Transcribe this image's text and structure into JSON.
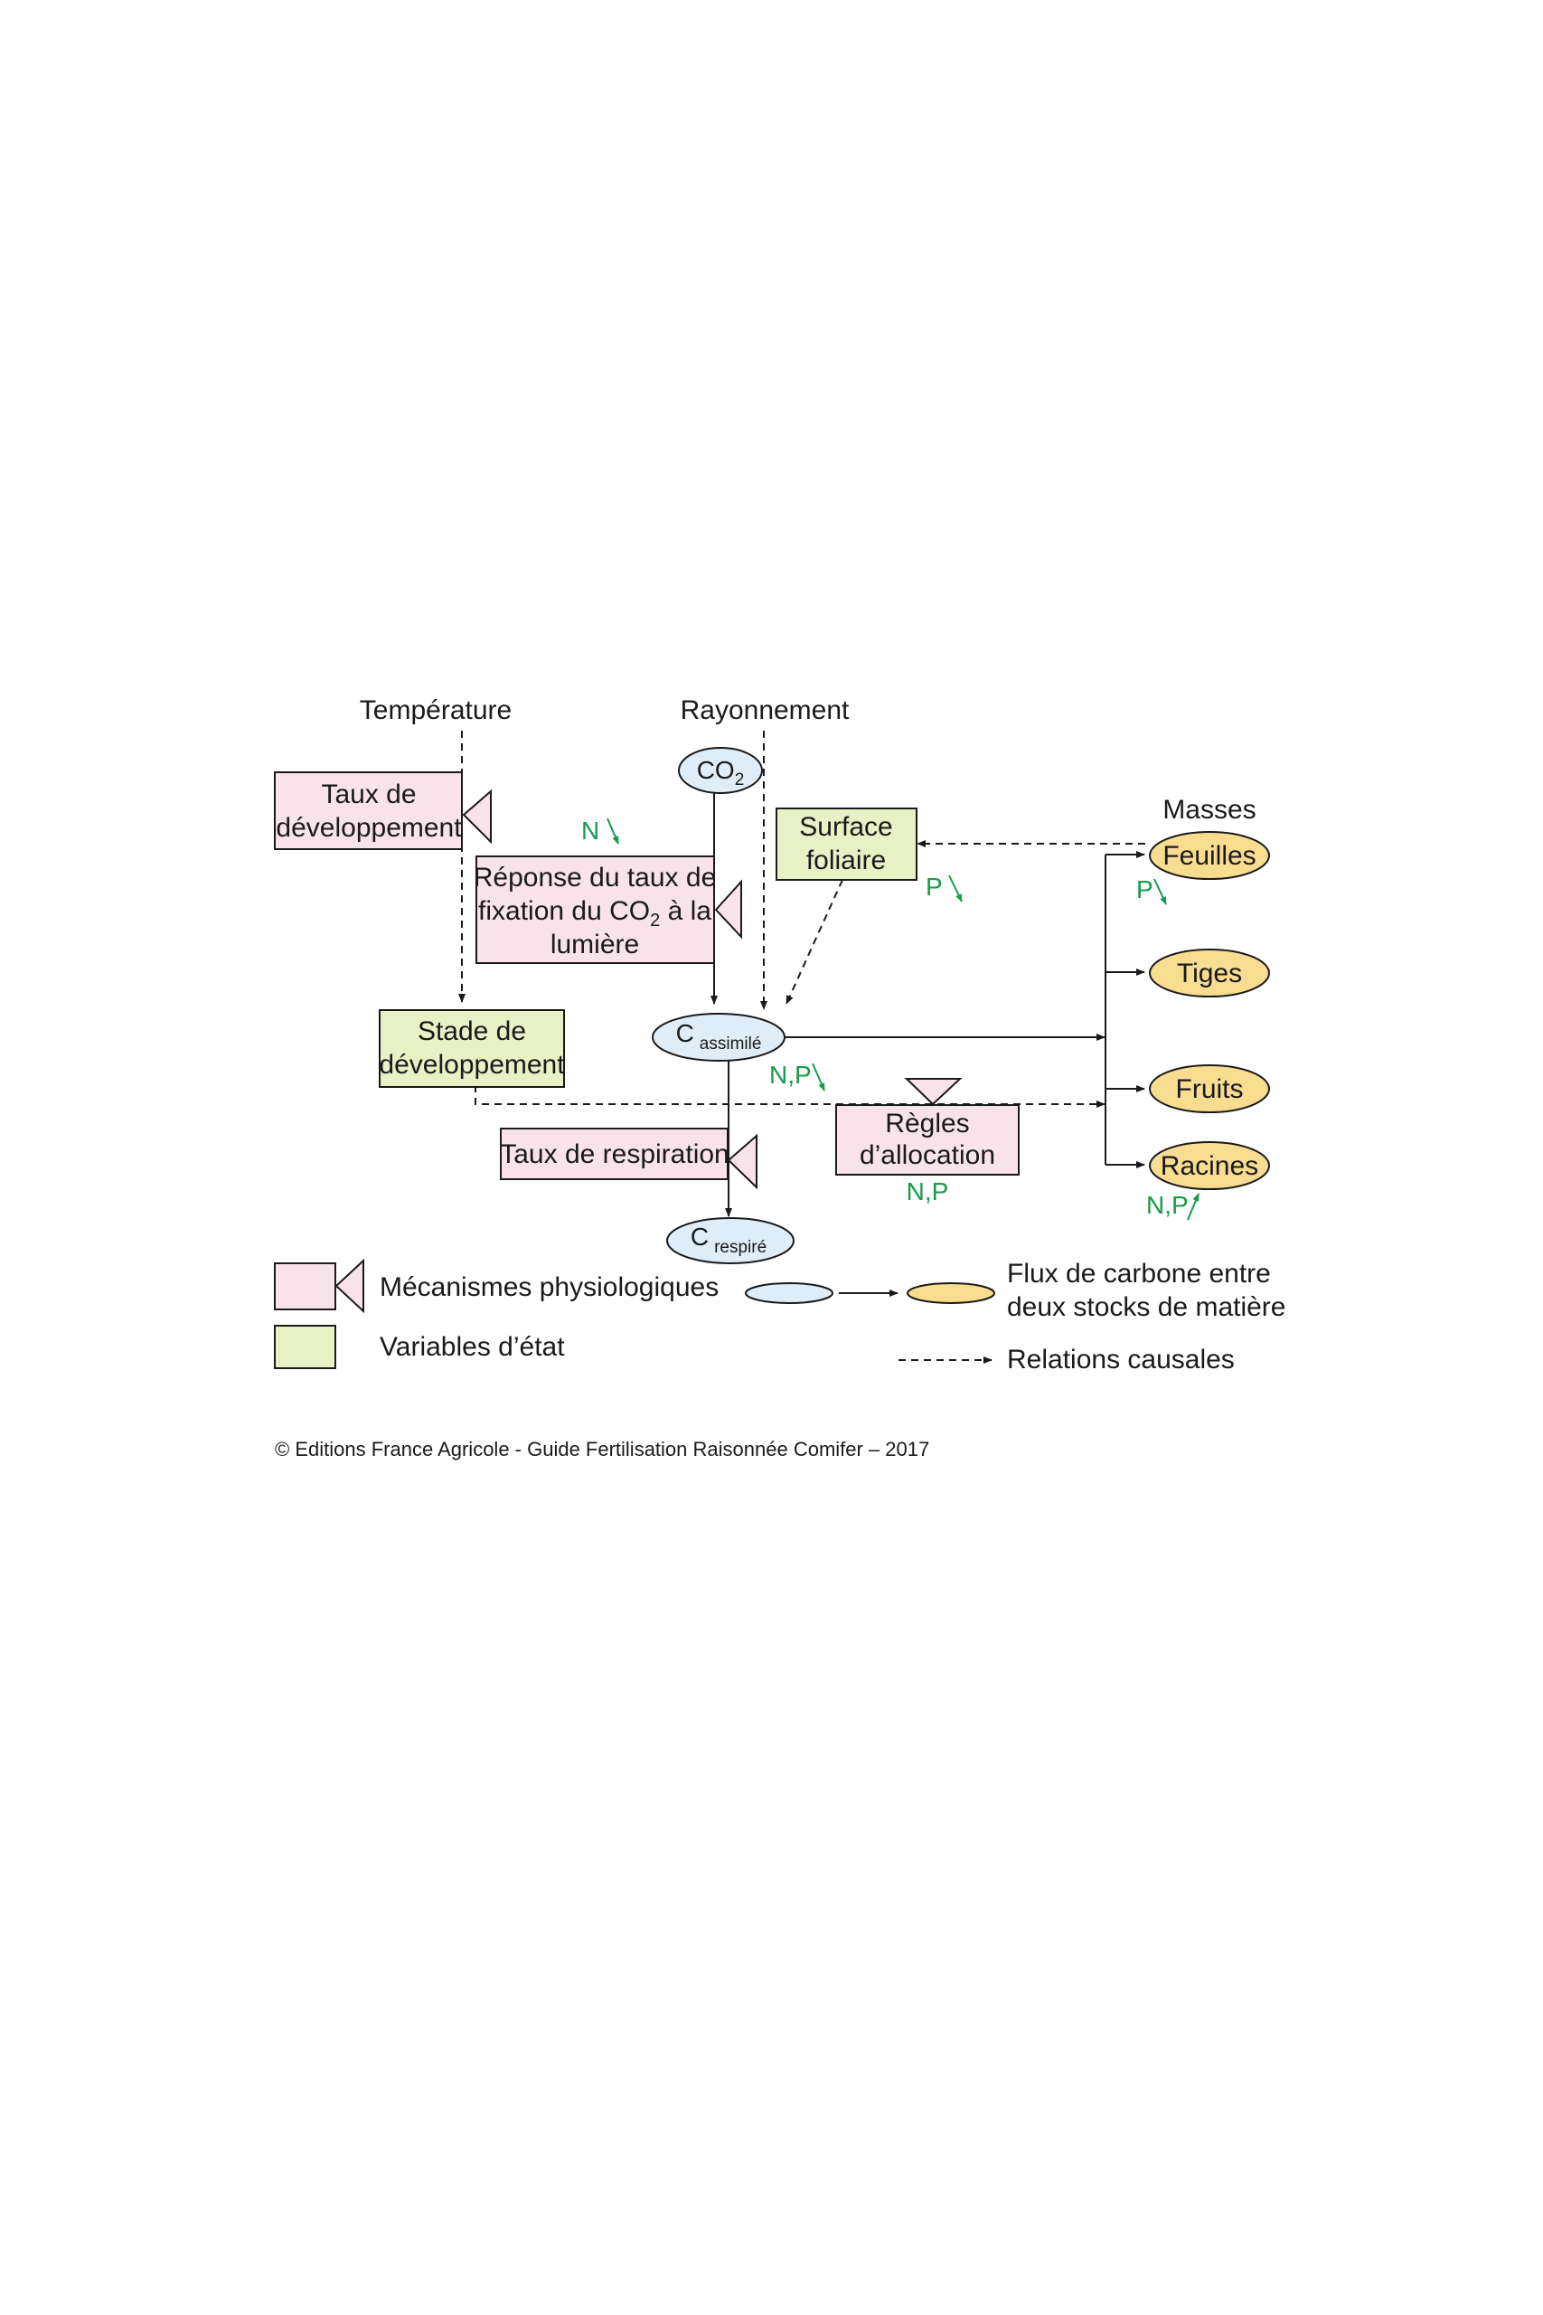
{
  "colors": {
    "mechanism_fill": "#f9e3ea",
    "state_fill": "#e8f0c6",
    "co2_ellipse_fill": "#deedf7",
    "mass_ellipse_fill": "#f8dc90",
    "nutrient_green": "#1a9a4a",
    "line": "#1a1a1a"
  },
  "drivers": {
    "temperature": "Température",
    "radiation": "Rayonnement"
  },
  "pools": {
    "co2": "CO",
    "co2_sub": "2",
    "c_assimile": "C",
    "c_assimile_sub": "assimilé",
    "c_respire": "C",
    "c_respire_sub": "respiré"
  },
  "mechanisms": {
    "taux_dev_l1": "Taux de",
    "taux_dev_l2": "développement",
    "reponse_l1": "Réponse du taux de",
    "reponse_l2a": "fixation du CO",
    "reponse_l2_sub": "2",
    "reponse_l2b": " à la",
    "reponse_l3": "lumière",
    "respiration": "Taux de respiration",
    "allocation_l1": "Règles",
    "allocation_l2": "d’allocation"
  },
  "state_vars": {
    "surface_l1": "Surface",
    "surface_l2": "foliaire",
    "stade_l1": "Stade de",
    "stade_l2": "développement"
  },
  "masses": {
    "title": "Masses",
    "items": [
      "Feuilles",
      "Tiges",
      "Fruits",
      "Racines"
    ]
  },
  "nutrient_effects": {
    "photosynthesis": "N",
    "surface": "P",
    "feuilles": "P",
    "respiration": "N,P",
    "allocation": "N,P",
    "racines": "N,P"
  },
  "legend": {
    "mechanisms": "Mécanismes physiologiques",
    "state_vars": "Variables d’état",
    "carbon_flux_l1": "Flux de carbone entre",
    "carbon_flux_l2": "deux stocks de matière",
    "causal": "Relations causales"
  },
  "copyright": "© Editions France Agricole - Guide Fertilisation Raisonnée Comifer – 2017"
}
